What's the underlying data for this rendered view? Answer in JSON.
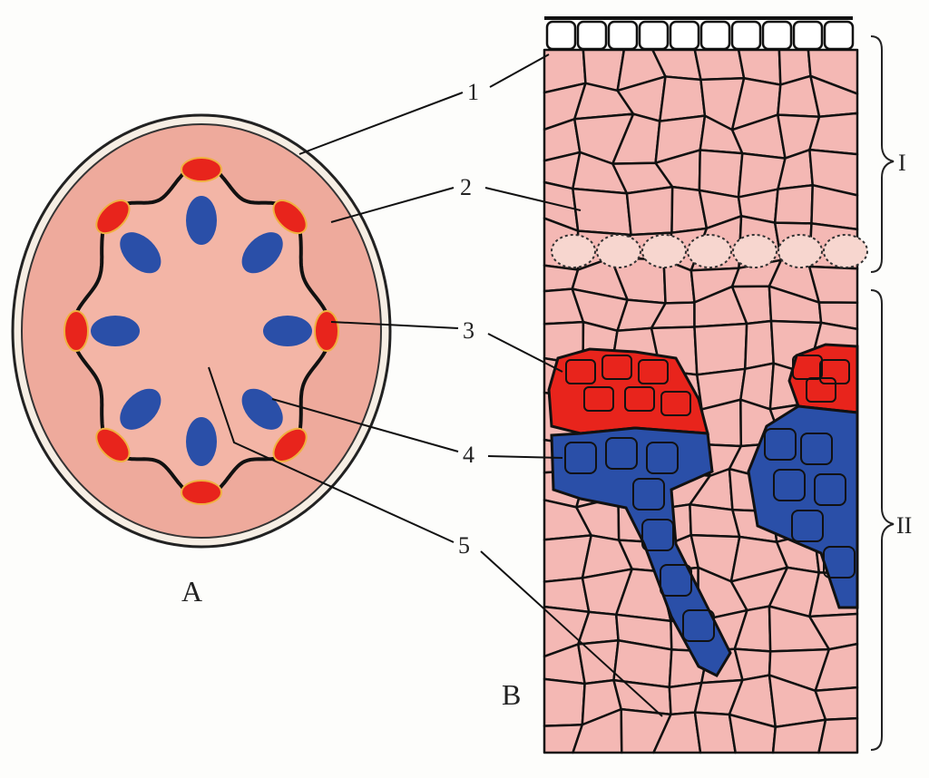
{
  "labels": {
    "n1": "1",
    "n2": "2",
    "n3": "3",
    "n4": "4",
    "n5": "5",
    "panel_a": "A",
    "panel_b": "B",
    "zone_1": "I",
    "zone_2": "II"
  },
  "colors": {
    "tissue_pink": "#f4b8b4",
    "phloem_red": "#e8241c",
    "xylem_blue": "#2a4fa8",
    "outline": "#111111",
    "epidermis": "#ffffff"
  }
}
